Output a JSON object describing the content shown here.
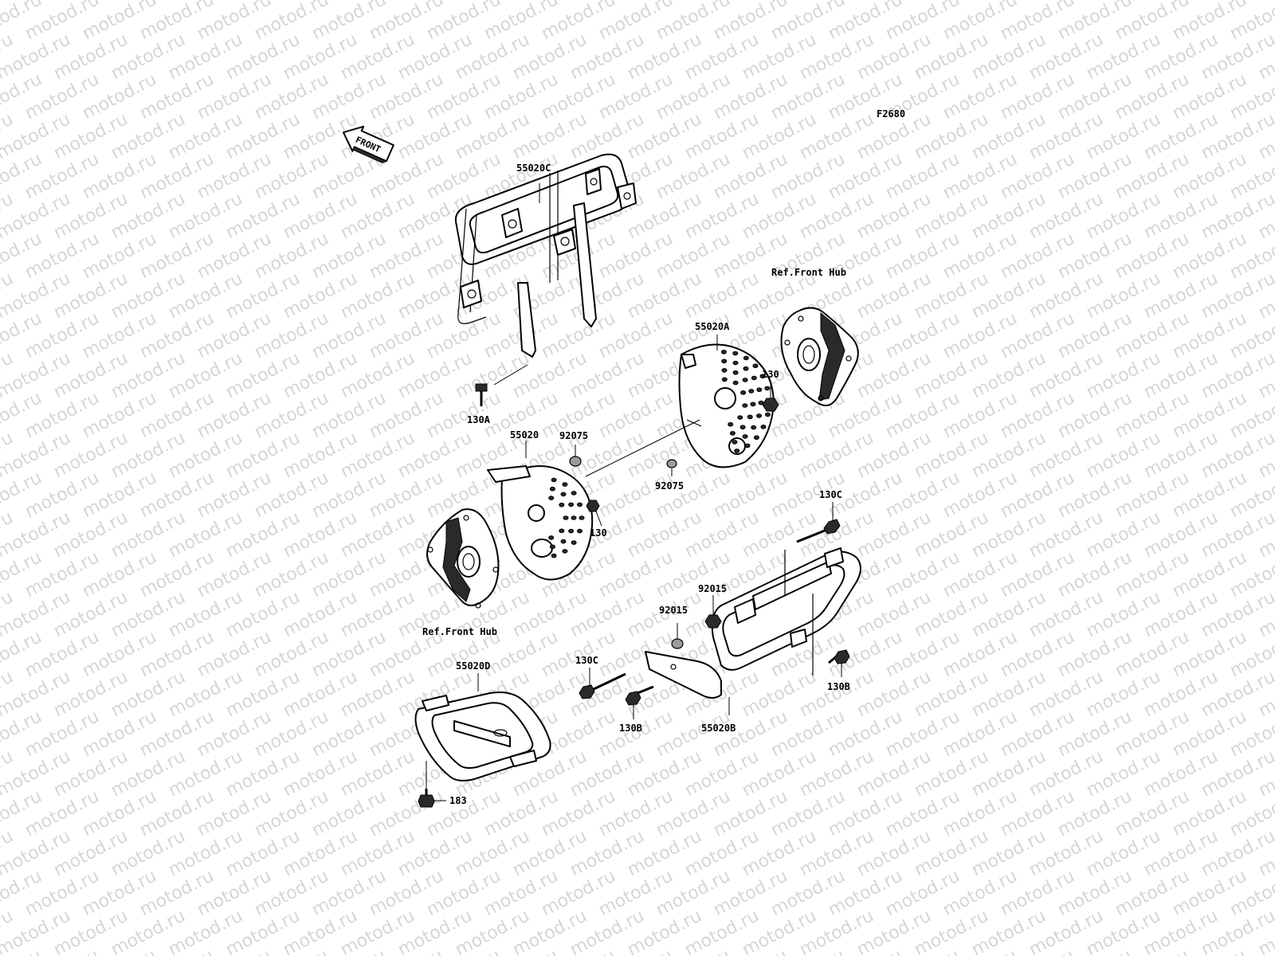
{
  "watermark": {
    "text": "motod.ru"
  },
  "figure": {
    "code": "F2680"
  },
  "front_arrow": {
    "label": "FRONT"
  },
  "parts": {
    "p55020C": "55020C",
    "p55020A": "55020A",
    "p55020": "55020",
    "p55020B": "55020B",
    "p55020D": "55020D",
    "p130A": "130A",
    "p130_right": "130",
    "p130_left": "130",
    "p92075_left": "92075",
    "p92075_right": "92075",
    "p130C_top": "130C",
    "p130C_bottom": "130C",
    "p92015_upper": "92015",
    "p92015_lower": "92015",
    "p130B_right": "130B",
    "p130B_left": "130B",
    "p183": "183"
  },
  "references": {
    "front_hub_upper": "Ref.Front Hub",
    "front_hub_lower": "Ref.Front Hub"
  }
}
